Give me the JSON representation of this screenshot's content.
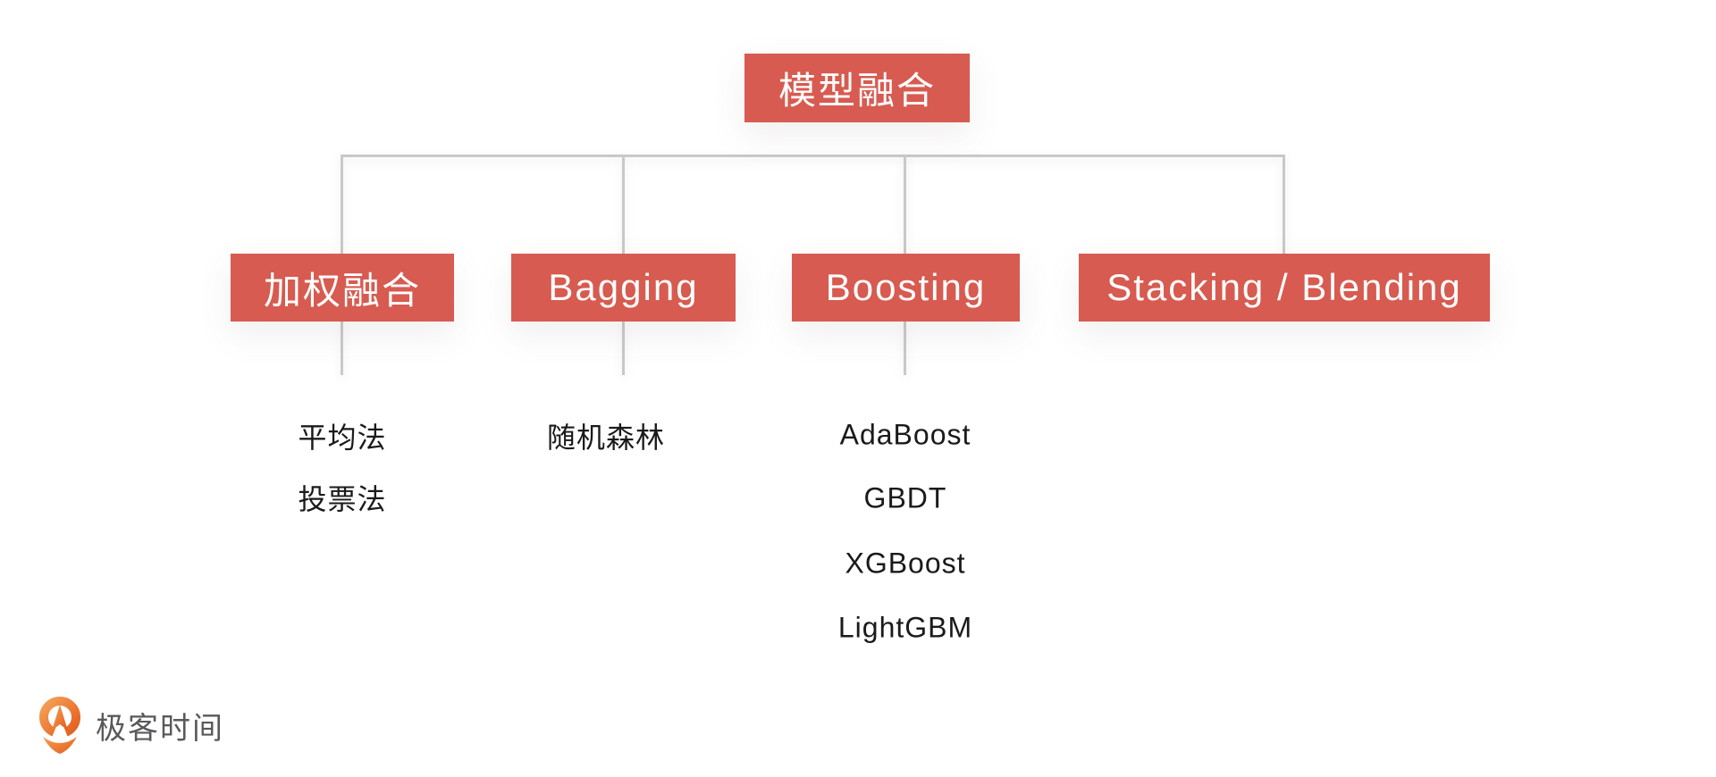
{
  "palette": {
    "node_bg": "#D75B50",
    "node_text": "#FFFFFF",
    "connector_line": "#C9C9C9",
    "leaf_text": "#1A1A1A",
    "logo_text_color": "#58595B",
    "logo_orange_light": "#F5A156",
    "logo_orange_dark": "#E35C1B"
  },
  "diagram": {
    "root": {
      "label": "模型融合"
    },
    "branches": [
      {
        "label": "加权融合",
        "children": [
          "平均法",
          "投票法"
        ]
      },
      {
        "label": "Bagging",
        "children": [
          "随机森林"
        ]
      },
      {
        "label": "Boosting",
        "children": [
          "AdaBoost",
          "GBDT",
          "XGBoost",
          "LightGBM"
        ]
      },
      {
        "label": "Stacking / Blending",
        "children": []
      }
    ]
  },
  "logo": {
    "text": "极客时间"
  }
}
